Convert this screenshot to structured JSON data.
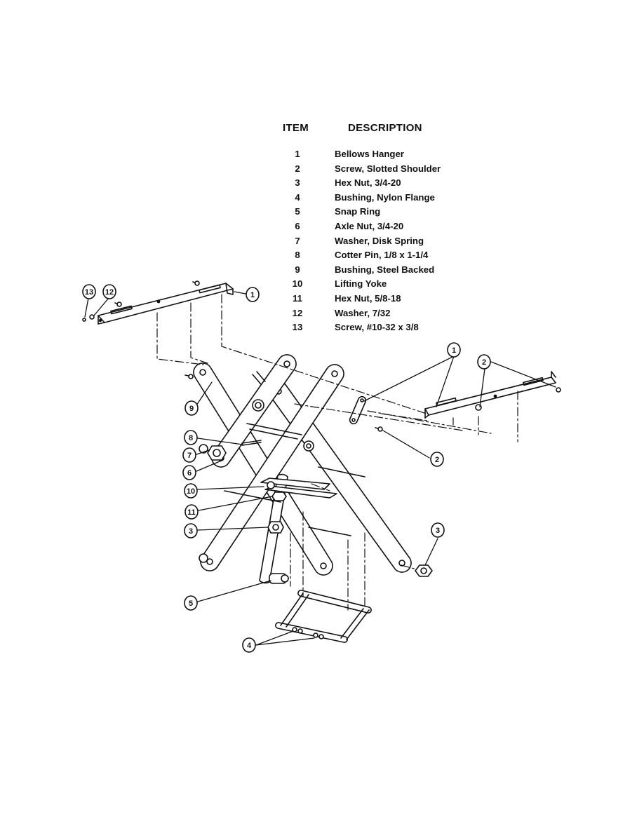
{
  "table": {
    "item_header": "ITEM",
    "description_header": "DESCRIPTION",
    "rows": [
      {
        "item": "1",
        "description": "Bellows Hanger"
      },
      {
        "item": "2",
        "description": "Screw, Slotted Shoulder"
      },
      {
        "item": "3",
        "description": "Hex Nut, 3/4-20"
      },
      {
        "item": "4",
        "description": "Bushing, Nylon Flange"
      },
      {
        "item": "5",
        "description": "Snap Ring"
      },
      {
        "item": "6",
        "description": "Axle Nut, 3/4-20"
      },
      {
        "item": "7",
        "description": "Washer, Disk Spring"
      },
      {
        "item": "8",
        "description": "Cotter Pin, 1/8 x 1-1/4"
      },
      {
        "item": "9",
        "description": "Bushing, Steel Backed"
      },
      {
        "item": "10",
        "description": "Lifting Yoke"
      },
      {
        "item": "11",
        "description": "Hex Nut, 5/8-18"
      },
      {
        "item": "12",
        "description": "Washer, 7/32"
      },
      {
        "item": "13",
        "description": "Screw, #10-32 x 3/8"
      }
    ]
  },
  "callouts": [
    {
      "label": "13"
    },
    {
      "label": "12"
    },
    {
      "label": "1"
    },
    {
      "label": "1"
    },
    {
      "label": "2"
    },
    {
      "label": "9"
    },
    {
      "label": "2"
    },
    {
      "label": "8"
    },
    {
      "label": "7"
    },
    {
      "label": "6"
    },
    {
      "label": "10"
    },
    {
      "label": "11"
    },
    {
      "label": "3"
    },
    {
      "label": "3"
    },
    {
      "label": "5"
    },
    {
      "label": "4"
    }
  ]
}
